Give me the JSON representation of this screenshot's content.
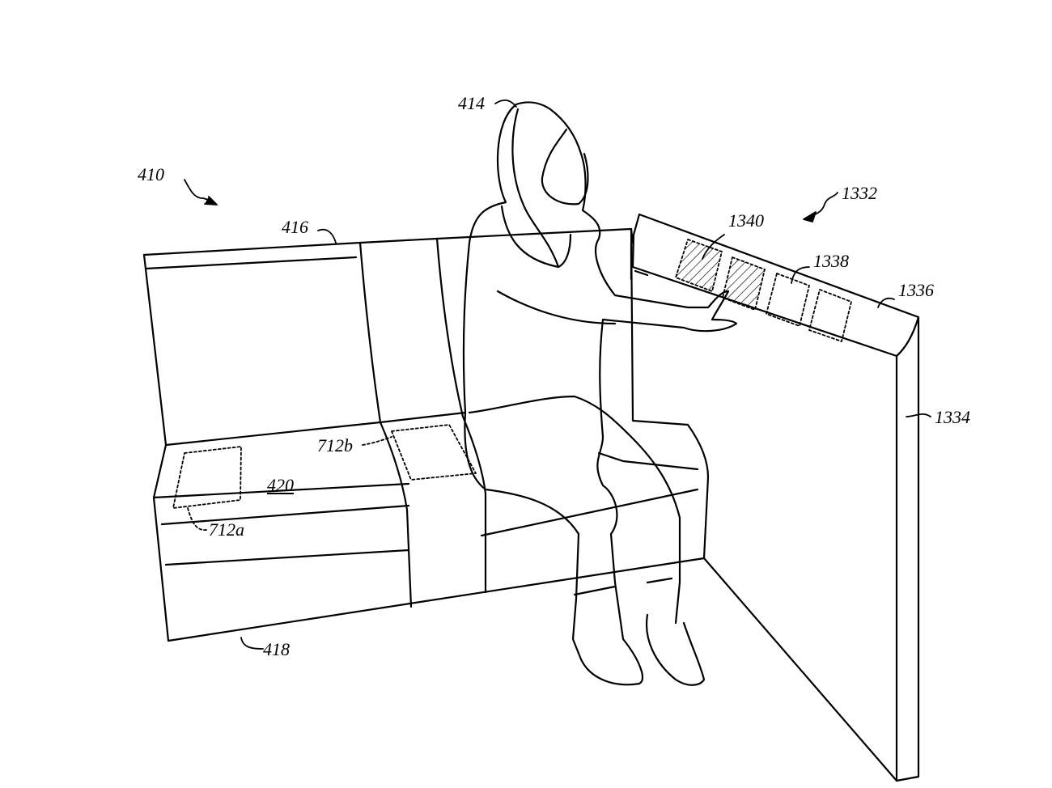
{
  "figure": {
    "labels": {
      "system": "410",
      "occupant": "414",
      "seat_back": "416",
      "seat_base": "418",
      "seat_surface": "420",
      "sensor_a": "712a",
      "sensor_b": "712b",
      "display_system": "1332",
      "wall": "1334",
      "display_surface": "1336",
      "control_element": "1338",
      "selected_elements": "1340"
    },
    "colors": {
      "line": "#000000",
      "background": "#ffffff"
    }
  }
}
